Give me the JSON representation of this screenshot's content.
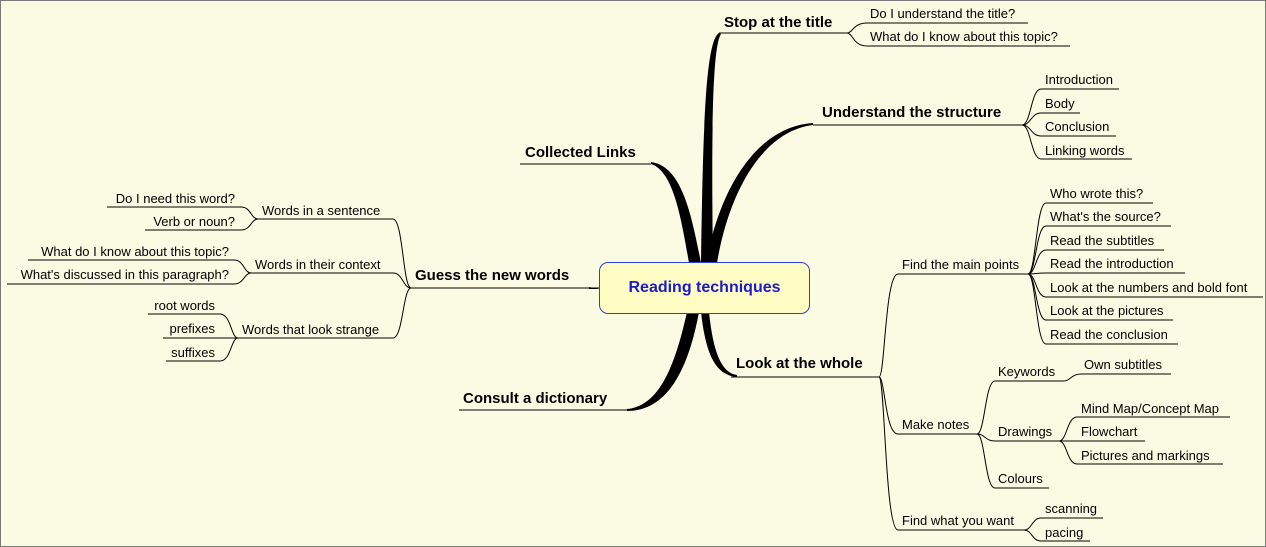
{
  "map": {
    "central": "Reading techniques",
    "stop_title": {
      "label": "Stop at the title",
      "children": [
        "Do I understand the title?",
        "What do I know about this topic?"
      ]
    },
    "structure": {
      "label": "Understand the structure",
      "children": [
        "Introduction",
        "Body",
        "Conclusion",
        "Linking words"
      ]
    },
    "look_whole": {
      "label": "Look at the whole",
      "main_points": {
        "label": "Find the main points",
        "children": [
          "Who wrote this?",
          "What's the source?",
          "Read the subtitles",
          "Read the introduction",
          "Look at the numbers and bold font",
          "Look at the pictures",
          "Read the conclusion"
        ]
      },
      "make_notes": {
        "label": "Make notes",
        "keywords": {
          "label": "Keywords",
          "children": [
            "Own subtitles"
          ]
        },
        "drawings": {
          "label": "Drawings",
          "children": [
            "Mind Map/Concept Map",
            "Flowchart",
            "Pictures and markings"
          ]
        },
        "colours": "Colours"
      },
      "find_want": {
        "label": "Find what you want",
        "children": [
          "scanning",
          "pacing"
        ]
      }
    },
    "collected_links": "Collected Links",
    "guess_words": {
      "label": "Guess the new words",
      "sentence": {
        "label": "Words in a sentence",
        "children": [
          "Do I need this word?",
          "Verb or noun?"
        ]
      },
      "context": {
        "label": "Words in their context",
        "children": [
          "What do I know about this topic?",
          "What's discussed in this paragraph?"
        ]
      },
      "strange": {
        "label": "Words that look strange",
        "children": [
          "root words",
          "prefixes",
          "suffixes"
        ]
      }
    },
    "dictionary": "Consult a dictionary"
  },
  "colors": {
    "background": "#fbfbe4",
    "center_fill": "#fffdc4",
    "center_border": "#2b3fd6",
    "center_text": "#1a1ad0",
    "branch": "#000000"
  }
}
